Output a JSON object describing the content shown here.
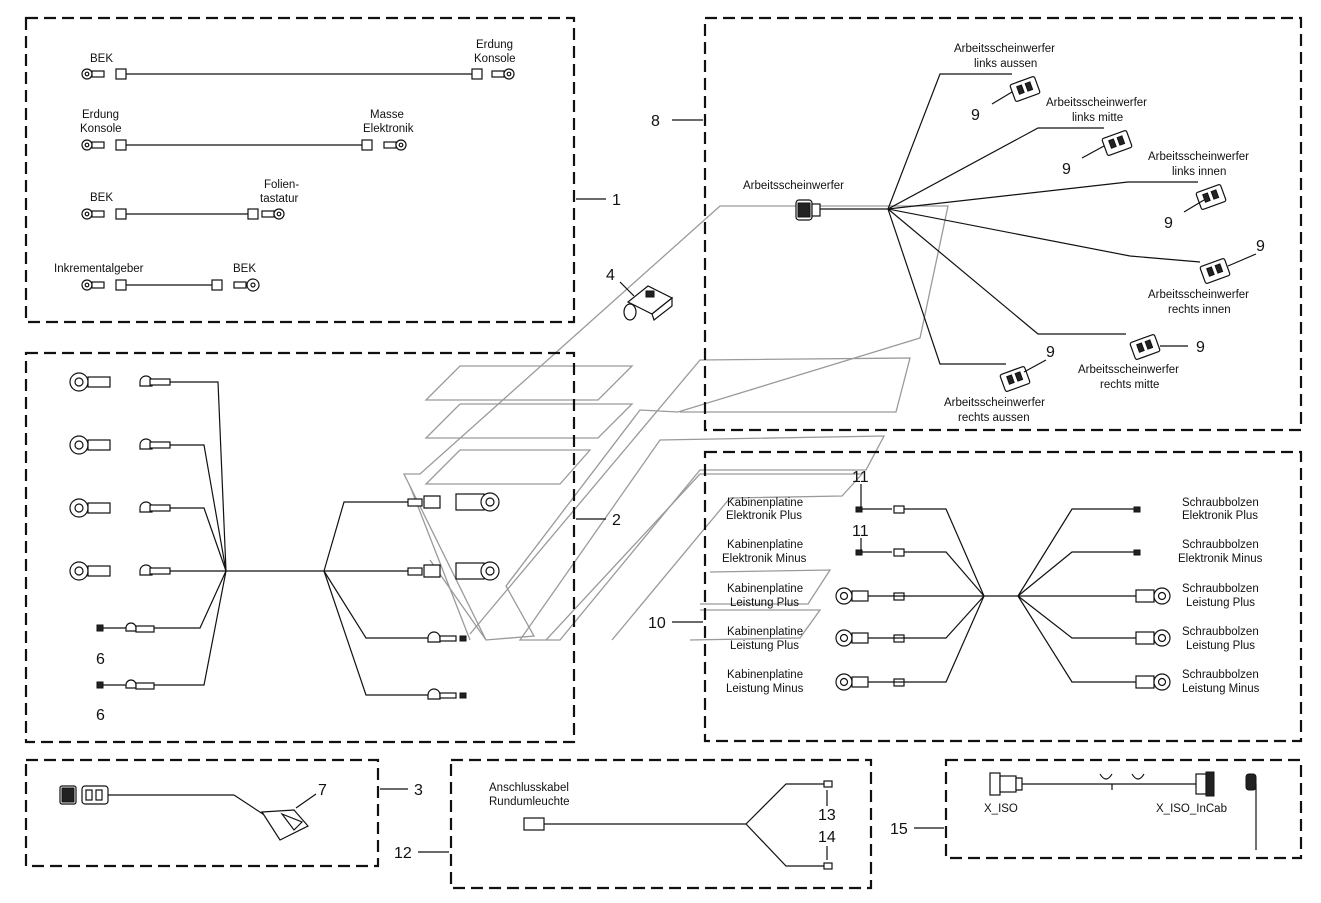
{
  "group_numbers": {
    "g1": "1",
    "g2": "2",
    "g3": "3",
    "g4": "4",
    "g6a": "6",
    "g6b": "6",
    "g7": "7",
    "g8": "8",
    "g9a": "9",
    "g9b": "9",
    "g9c": "9",
    "g9d": "9",
    "g9e": "9",
    "g9f": "9",
    "g10": "10",
    "g11a": "11",
    "g11b": "11",
    "g12": "12",
    "g13": "13",
    "g14": "14",
    "g15": "15"
  },
  "box1": {
    "c1_left": "BEK",
    "c1_right_a": "Erdung",
    "c1_right_b": "Konsole",
    "c2_left_a": "Erdung",
    "c2_left_b": "Konsole",
    "c2_right_a": "Masse",
    "c2_right_b": "Elektronik",
    "c3_left": "BEK",
    "c3_right_a": "Folien-",
    "c3_right_b": "tastatur",
    "c4_left": "Inkrementalgeber",
    "c4_right": "BEK"
  },
  "box8": {
    "source": "Arbeitsscheinwerfer",
    "l1a": "Arbeitsscheinwerfer",
    "l1b": "links aussen",
    "l2a": "Arbeitsscheinwerfer",
    "l2b": "links mitte",
    "l3a": "Arbeitsscheinwerfer",
    "l3b": "links innen",
    "r1a": "Arbeitsscheinwerfer",
    "r1b": "rechts innen",
    "r2a": "Arbeitsscheinwerfer",
    "r2b": "rechts mitte",
    "r3a": "Arbeitsscheinwerfer",
    "r3b": "rechts aussen"
  },
  "box10": {
    "k1a": "Kabinenplatine",
    "k1b": "Elektronik Plus",
    "k2a": "Kabinenplatine",
    "k2b": "Elektronik Minus",
    "k3a": "Kabinenplatine",
    "k3b": "Leistung Plus",
    "k4a": "Kabinenplatine",
    "k4b": "Leistung Plus",
    "k5a": "Kabinenplatine",
    "k5b": "Leistung Minus",
    "s1a": "Schraubbolzen",
    "s1b": "Elektronik Plus",
    "s2a": "Schraubbolzen",
    "s2b": "Elektronik Minus",
    "s3a": "Schraubbolzen",
    "s3b": "Leistung Plus",
    "s4a": "Schraubbolzen",
    "s4b": "Leistung Plus",
    "s5a": "Schraubbolzen",
    "s5b": "Leistung Minus"
  },
  "box12": {
    "label_a": "Anschlusskabel",
    "label_b": "Rundumleuchte"
  },
  "box15": {
    "left": "X_ISO",
    "right": "X_ISO_InCab"
  }
}
